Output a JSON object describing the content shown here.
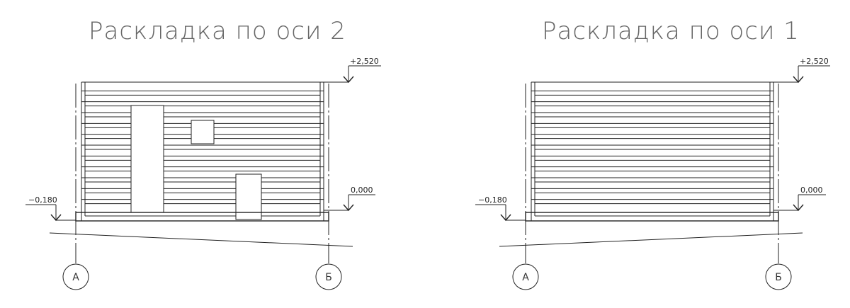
{
  "panels": [
    {
      "id": "axis-2",
      "title": "Раскладка по оси 2",
      "levels": {
        "top": "+2,520",
        "zero": "0,000",
        "left": "−0,180"
      },
      "axes": {
        "left": "А",
        "right": "Б"
      },
      "logs": 12,
      "openings": [
        {
          "name": "door-opening",
          "from_log": 1,
          "to_log": 10
        },
        {
          "name": "window-opening",
          "from_log": 8,
          "to_log": 9
        },
        {
          "name": "lower-opening",
          "from_log": 1,
          "to_log": 4
        }
      ]
    },
    {
      "id": "axis-1",
      "title": "Раскладка по оси 1",
      "levels": {
        "top": "+2,520",
        "zero": "0,000",
        "left": "−0,180"
      },
      "axes": {
        "left": "А",
        "right": "Б"
      },
      "logs": 12,
      "openings": []
    }
  ],
  "colors": {
    "line": "#222222",
    "title": "#666666"
  }
}
